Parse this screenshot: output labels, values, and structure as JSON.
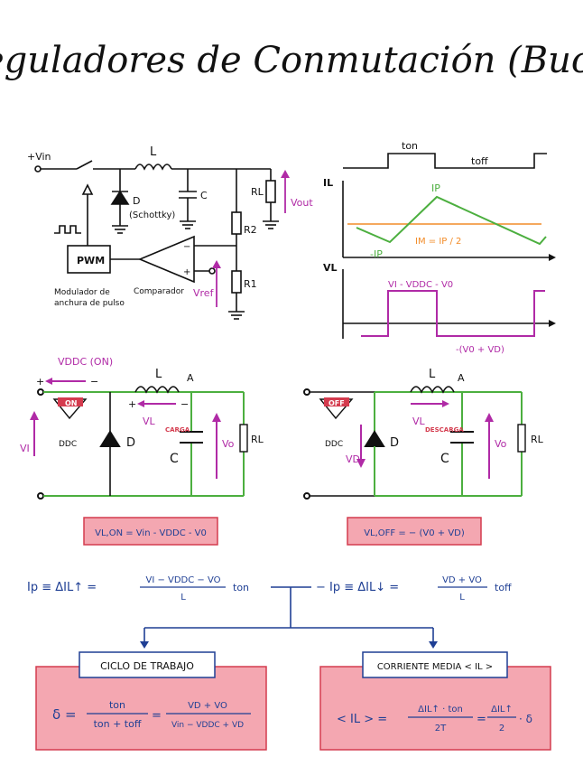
{
  "title": "Reguladores de Conmutación (Buck)",
  "colors": {
    "ink": "#111111",
    "magenta": "#b02aa6",
    "green": "#4caf3f",
    "orange": "#f28c28",
    "navy": "#1f3f94",
    "pinkbox": "#f4a7b1",
    "pinkborder": "#d43b4e"
  },
  "circuit": {
    "vin": "+Vin",
    "l": "L",
    "d": "D",
    "schottky": "(Schottky)",
    "c": "C",
    "rl": "RL",
    "vout": "Vout",
    "r2": "R2",
    "r1": "R1",
    "pwm": "PWM",
    "pwm_caption_1": "Modulador de",
    "pwm_caption_2": "anchura de pulso",
    "comparator": "Comparador",
    "vref": "Vref",
    "minus": "−",
    "plus": "+"
  },
  "waveforms": {
    "ton": "ton",
    "toff": "toff",
    "il": "IL",
    "ip": "IP",
    "neg_ip": "-IP",
    "im": "IM = IP / 2",
    "vl": "VL",
    "vl_on": "VI - VDDC - V0",
    "vl_off": "-(V0 + VD)"
  },
  "on_circuit": {
    "vddc": "VDDC (ON)",
    "on_badge": "ON",
    "ddc": "DDC",
    "d": "D",
    "l": "L",
    "a": "A",
    "vl": "VL",
    "carga": "CARGA",
    "c": "C",
    "vo": "Vo",
    "vi": "VI",
    "rl": "RL",
    "plus": "+",
    "minus": "−",
    "equation": "VL,ON = Vin - VDDC - V0"
  },
  "off_circuit": {
    "off_badge": "OFF",
    "ddc": "DDC",
    "d": "D",
    "l": "L",
    "a": "A",
    "vl": "VL",
    "descarga": "DESCARGA",
    "c": "C",
    "vo": "Vo",
    "vd": "VD",
    "rl": "RL",
    "equation": "VL,OFF = − (V0 + VD)"
  },
  "formulas": {
    "ip_on_lhs": "Ip ≡ ΔIL↑ =",
    "ip_on_num": "VI − VDDC − VO",
    "ip_on_den": "L",
    "ip_on_t": "ton",
    "ip_off_lhs": "− Ip ≡ ΔIL↓ =",
    "ip_off_num": "VD + VO",
    "ip_off_den": "L",
    "ip_off_t": "toff"
  },
  "duty": {
    "label": "CICLO DE TRABAJO",
    "delta": "δ =",
    "f1_num": "ton",
    "f1_den": "ton + toff",
    "eq": "=",
    "f2_num": "VD + VO",
    "f2_den": "Vin − VDDC + VD"
  },
  "mean": {
    "label": "CORRIENTE MEDIA < IL >",
    "lhs": "< IL > =",
    "f1_num": "ΔIL↑ · ton",
    "f1_den": "2T",
    "eq": "=",
    "f2_num": "ΔIL↑",
    "f2_den": "2",
    "tail": "· δ"
  }
}
